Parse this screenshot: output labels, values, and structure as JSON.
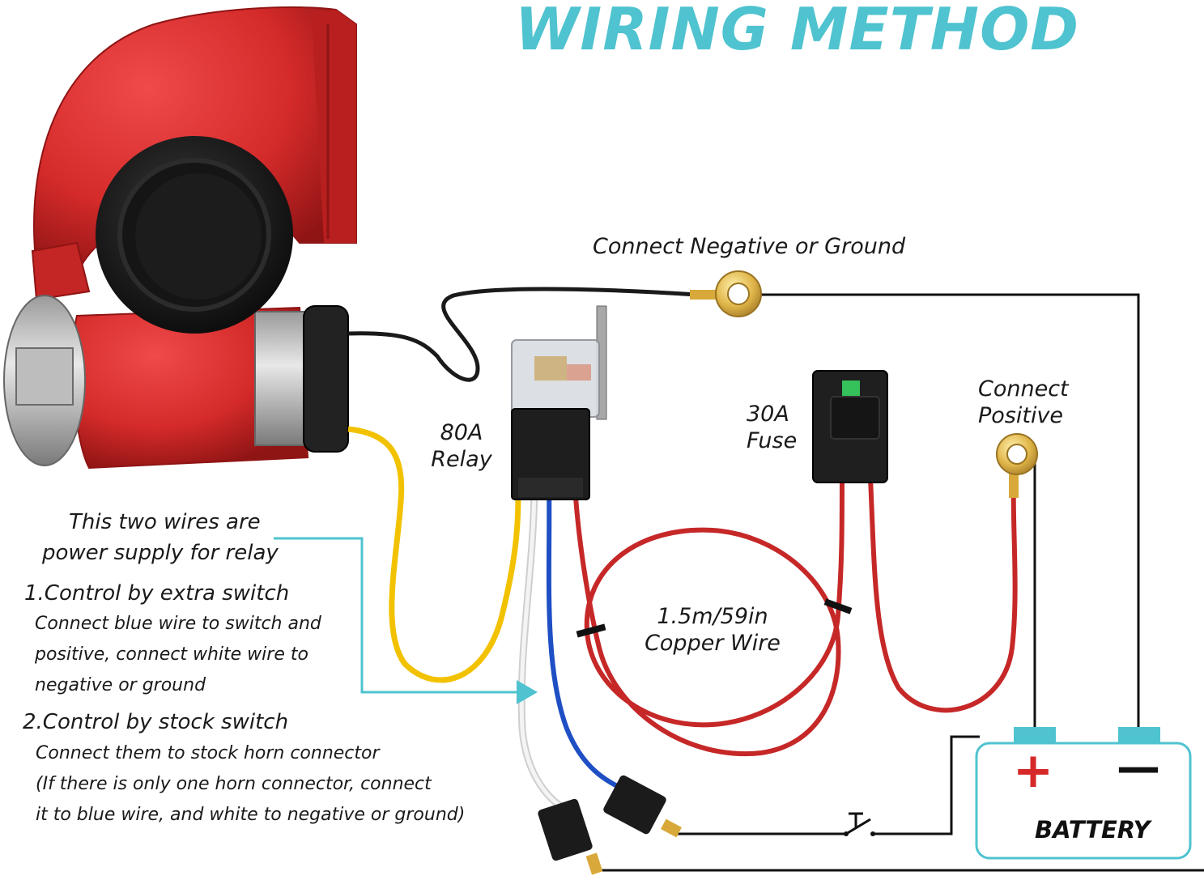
{
  "title": "WIRING METHOD",
  "labels": {
    "negative": "Connect Negative or Ground",
    "positive_line1": "Connect",
    "positive_line2": "Positive",
    "relay_line1": "80A",
    "relay_line2": "Relay",
    "fuse_line1": "30A",
    "fuse_line2": "Fuse",
    "wire_line1": "1.5m/59in",
    "wire_line2": "Copper Wire",
    "battery": "BATTERY",
    "plus": "+",
    "minus": "—"
  },
  "notes": {
    "intro_line1": "This two wires are",
    "intro_line2": "power supply for relay",
    "method1_heading": "1.Control by extra switch",
    "method1_lines": [
      "Connect blue wire to switch and",
      "positive, connect white wire to",
      "negative or ground"
    ],
    "method2_heading": "2.Control by stock switch",
    "method2_lines": [
      "Connect them to stock horn connector",
      "(If there is only one horn connector, connect",
      "it to blue wire, and white to negative or ground)"
    ]
  },
  "colors": {
    "accent": "#4fc3cf",
    "horn_red": "#d42a2a",
    "wire_red": "#c62828",
    "wire_yellow": "#f2c200",
    "wire_blue": "#1e4fc4",
    "wire_white": "#e8e8e8",
    "wire_black": "#1a1a1a"
  }
}
